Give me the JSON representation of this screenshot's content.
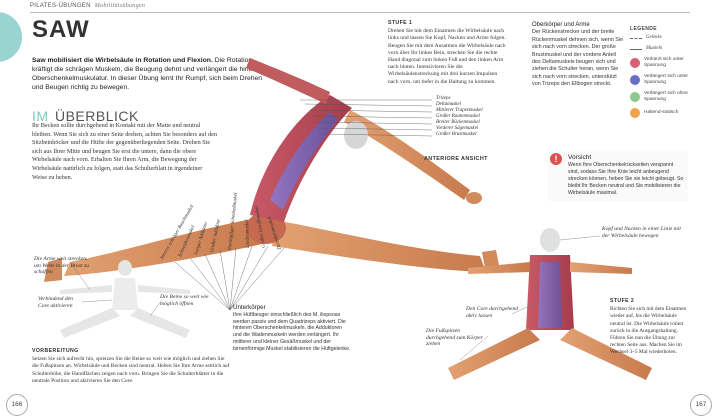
{
  "header": {
    "section": "PILATES-ÜBUNGEN",
    "subsection": "Mobilitätsübungen"
  },
  "title": "SAW",
  "intro": {
    "lead": "Saw mobilisiert die Wirbelsäule in Rotation und Flexion.",
    "text": " Die Rotation kräftigt die schrägen Muskeln, die Beugung dehnt und verlängert die hintere Oberschenkelmuskulatur. In dieser Übung lernt Ihr Rumpf, sich beim Drehen und Beugen richtig zu bewegen."
  },
  "overview": {
    "title_prefix": "IM",
    "title_main": "ÜBERBLICK",
    "text": "Ihr Becken sollte durchgehend in Kontakt mit der Matte und neutral bleiben. Wenn Sie sich zu einer Seite drehen, achten Sie besonders auf den Sitzbeinhöcker und die Hüfte der gegenüberliegenden Seite. Drehen Sie sich aus Ihrer Mitte und beugen Sie erst die untere, dann die obere Wirbelsäule nach vorn. Erhalten Sie Ihren Arm, die Bewegung der Wirbelsäule natürlich zu folgen, statt das Schulterblatt in irgendeiner Weise zu heben."
  },
  "stufe1": {
    "title": "STUFE 1",
    "text": "Drehen Sie mit dem Einatmen die Wirbelsäule nach links und lassen Sie Kopf, Nacken und Arme folgen. Beugen Sie mit dem Ausatmen die Wirbelsäule nach vorn über Ihr linkes Bein, strecken Sie die rechte Hand diagonal zum linken Fuß und den linken Arm nach hinten. Intensivieren Sie die Wirbelsäulenstreckung mit drei kurzen Impulsen nach vorn, um tiefer in die Haltung zu kommen."
  },
  "upper_body": {
    "title": "Oberkörper und Arme",
    "text": "Der Rückenstrecker und der breite Rückenmuskel dehnen sich, wenn Sie sich nach vorn strecken. Der große Brustmuskel und der vordere Anteil des Deltamuskels beugen sich und ziehen die Schulter heran, wenn Sie sich nach vorn strecken, unterstützt von Trizeps den Ellbogen streckt."
  },
  "legend": {
    "title": "LEGENDE",
    "gelenke": "Gelenke",
    "muskeln": "Muskeln",
    "items": [
      {
        "label": "Verkürzt sich unter Spannung",
        "color": "#d95f73"
      },
      {
        "label": "Verlängert sich unter Spannung",
        "color": "#6b6fc4"
      },
      {
        "label": "Verlängert sich ohne Spannung",
        "color": "#8cc78d"
      },
      {
        "label": "Haltend-statisch",
        "color": "#f0a34a"
      }
    ]
  },
  "anterior_label": "ANTERIORE ANSICHT",
  "caution": {
    "title": "Vorsicht",
    "text": "Wenn Ihre Oberschenkelrückseiten verspannt sind, sodass Sie Ihre Knie leicht anbeugend strecken können, heben Sie sie leicht gebeugt. So bleibt Ihr Becken neutral und Sie mobilisieren die Wirbelsäule maximal."
  },
  "muscles_upper": [
    "Trizeps",
    "Deltamuskel",
    "Mittlerer Trapezmuskel",
    "Großer Rautenmuskel",
    "Breiter Rückenmuskel",
    "Vorderer Sägemuskel",
    "Großer Brustmuskel"
  ],
  "muscles_lower": [
    "Innerer schräger Bauchmuskel",
    "Schneidermuskel",
    "Langer Adduktor",
    "Großer Adduktor",
    "Vierköpfiger Schenkelmuskel",
    "Lendenmuskel",
    "Großer Gesäßmuskel",
    "Darmbeinmuskel"
  ],
  "annotations_left": {
    "arms": "Die Arme weit strecken, um Weite in der Brust zu schaffen",
    "core": "Verbindend den Core aktivieren",
    "legs": "Die Beine so weit wie möglich öffnen"
  },
  "vorbereitung": {
    "title": "VORBEREITUNG",
    "text": "Setzen Sie sich aufrecht hin, spreizen Sie die Beine so weit wie möglich und ziehen Sie die Fußspitzen an. Wirbelsäule und Becken sind neutral. Heben Sie Ihre Arme seitlich auf Schulterhöhe, die Handflächen zeigen nach vorn. Bringen Sie die Schulterblätter in die neutrale Position und aktivieren Sie den Core."
  },
  "unterkorper": {
    "title": "Unterkörper",
    "text": "Ihre Hüftbeuger einschließlich des M. iliopsoas werden passiv und dem Quadrizeps aktiviert. Die hinteren Oberschenkelmuskeln, die Adduktoren und die Wadenmuskeln werden verlängert. Ihr mittlerer und kleiner Gesäßmuskel und der birnenförmige Muskel stabilisieren die Hüftgelenke."
  },
  "annotations_right": {
    "head": "Kopf und Nacken in einer Linie mit der Wirbelsäule bewegen",
    "core": "Den Core durchgehend aktiv lassen",
    "toes": "Die Fußspitzen durchgehend zum Körper ziehen"
  },
  "stufe2": {
    "title": "STUFE 2",
    "text": "Richten Sie sich mit dem Einatmen wieder auf, bis die Wirbelsäule neutral ist. Die Wirbelsäule rotiert zurück in die Ausgangshaltung. Führen Sie nun die Übung zur rechten Seite aus. Machen Sie im Wechsel 3–5 Mal wiederholen."
  },
  "page_numbers": {
    "left": "166",
    "right": "167"
  }
}
